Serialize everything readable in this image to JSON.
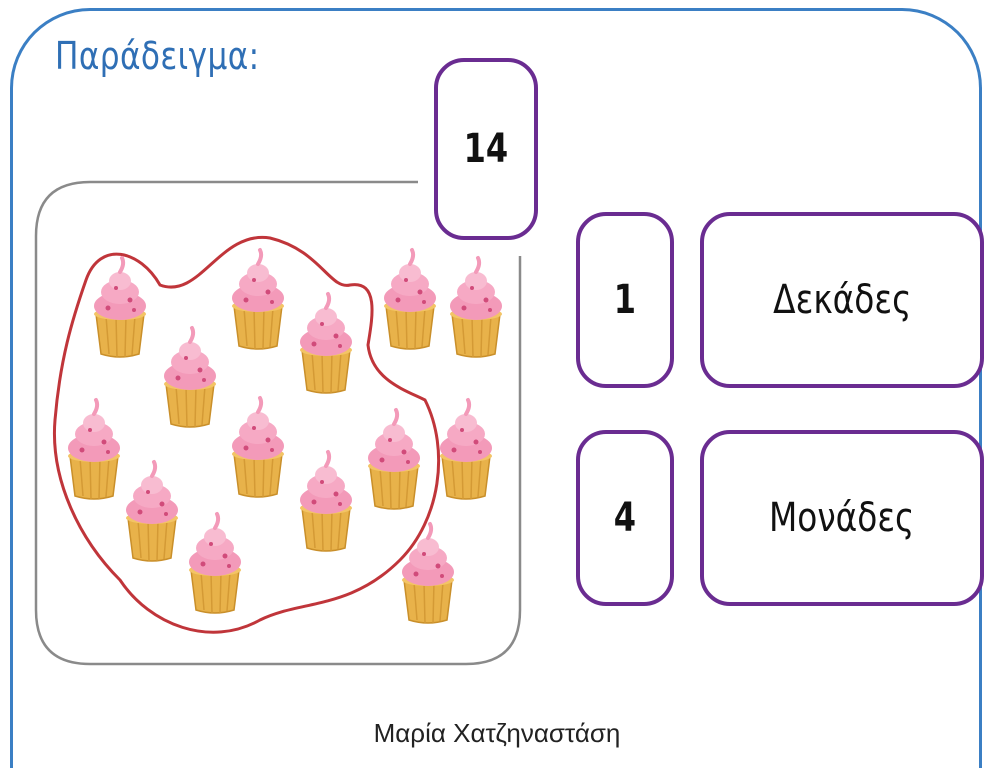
{
  "title": "Παράδειγμα:",
  "total": "14",
  "tens": {
    "digit": "1",
    "label": "Δεκάδες"
  },
  "units": {
    "digit": "4",
    "label": "Μονάδες"
  },
  "author": "Μαρία Χατζηναστάση",
  "cupcakes": {
    "grouped": 10,
    "ungrouped": 4
  },
  "colors": {
    "frame": "#3b7fc4",
    "title": "#2f6fb5",
    "box_border": "#6a2c91",
    "group_outline": "#c0353a",
    "tray_border": "#8a8a8a",
    "frosting": "#f39ab9",
    "cup": "#e8b24a"
  }
}
